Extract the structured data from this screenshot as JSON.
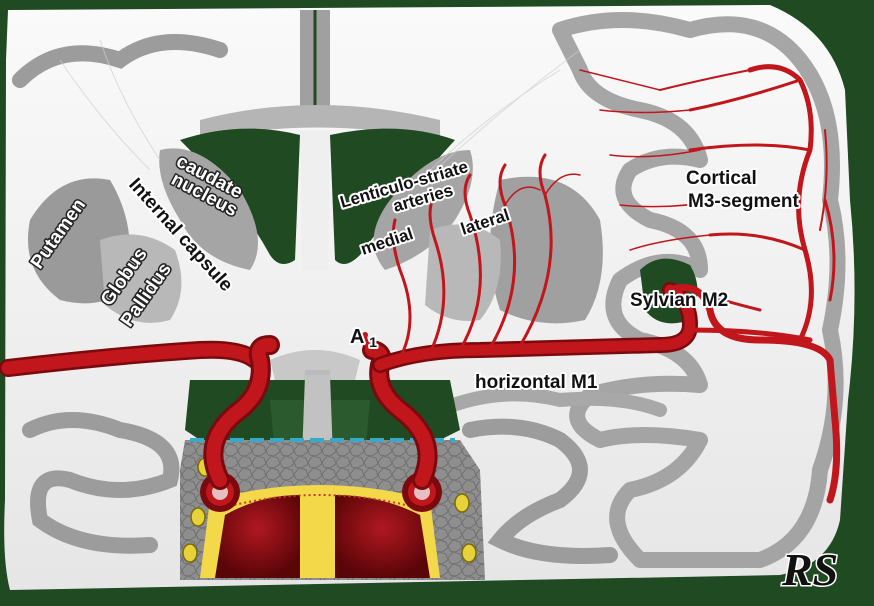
{
  "colors": {
    "background_green": "#1f4a22",
    "white_matter": "#f2f2f2",
    "gray_matter": "#9a9a9a",
    "artery_red": "#c0161c",
    "artery_dark": "#7a0a0e"
  },
  "labels": {
    "putamen": "Putamen",
    "globus": "Globus",
    "pallidus": "Pallidus",
    "caudate": "caudate",
    "nucleus": "nucleus",
    "internal_capsule": "Internal capsule",
    "lenticulo_striate": "Lenticulo-striate",
    "arteries": "arteries",
    "medial": "medial",
    "lateral": "lateral",
    "cortical": "Cortical",
    "m3_segment": "M3-segment",
    "sylvian_m2": "Sylvian M2",
    "a1": "A",
    "a1_sub": "1",
    "horizontal_m1": "horizontal M1",
    "signature": "RS"
  }
}
